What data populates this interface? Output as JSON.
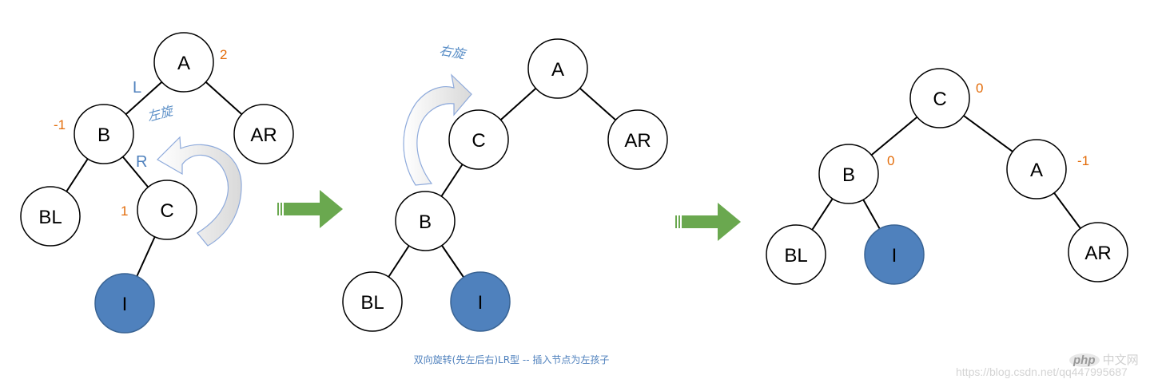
{
  "diagram1": {
    "nodes": {
      "A": "A",
      "B": "B",
      "C": "C",
      "AR": "AR",
      "BL": "BL",
      "I": "I"
    },
    "balance": {
      "A": "2",
      "B": "-1",
      "C": "1"
    },
    "edge_labels": {
      "L": "L",
      "R": "R"
    },
    "rotation_label": "左旋"
  },
  "diagram2": {
    "nodes": {
      "A": "A",
      "C": "C",
      "B": "B",
      "AR": "AR",
      "BL": "BL",
      "I": "I"
    },
    "rotation_label": "右旋"
  },
  "diagram3": {
    "nodes": {
      "C": "C",
      "B": "B",
      "A": "A",
      "BL": "BL",
      "I": "I",
      "AR": "AR"
    },
    "balance": {
      "C": "0",
      "B": "0",
      "A": "-1"
    }
  },
  "caption": "双向旋转(先左后右)LR型 -- 插入节点为左孩子",
  "watermark": {
    "logo": "php",
    "logo_text": "中文网",
    "url": "https://blog.csdn.net/qq447995687"
  },
  "colors": {
    "inserted_node": "#4f81bd",
    "arrow": "#6aa84f",
    "balance_factor": "#e36c0a",
    "label": "#4f81bd"
  }
}
